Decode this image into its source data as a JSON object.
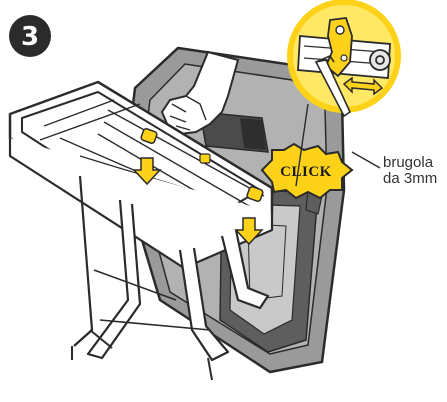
{
  "step": {
    "number": "3"
  },
  "badge": {
    "text": "CLICK"
  },
  "label": {
    "line1": "brugola",
    "line2": "da 3mm"
  },
  "colors": {
    "accent_yellow": "#ffd21a",
    "outline": "#2b2b2b",
    "bag_fill": "#9a9a9a",
    "bag_dark": "#5e5e5e",
    "rack_fill": "#ffffff",
    "step_circle": "#2b2b2b"
  }
}
